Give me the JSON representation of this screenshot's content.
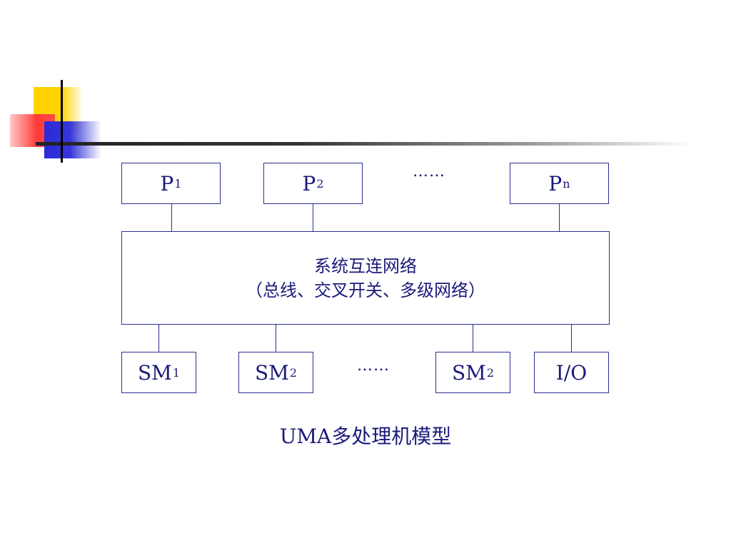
{
  "diagram": {
    "processors": [
      {
        "label": "P",
        "sub": "1"
      },
      {
        "label": "P",
        "sub": "2"
      },
      {
        "label": "P",
        "sub": "n"
      }
    ],
    "top_ellipsis": "……",
    "network": {
      "line1": "系统互连网络",
      "line2": "（总线、交叉开关、多级网络）"
    },
    "memories": [
      {
        "label": "SM",
        "sub": "1"
      },
      {
        "label": "SM",
        "sub": "2"
      },
      {
        "label": "SM",
        "sub": "2"
      }
    ],
    "bottom_ellipsis": "……",
    "io": "I/O",
    "caption": "UMA多处理机模型"
  },
  "colors": {
    "line": "#2a2f8f",
    "text": "#1a1a7a",
    "deco_yellow": "#ffd200",
    "deco_red": "#ff3a3a",
    "deco_blue": "#2b2bd6"
  }
}
